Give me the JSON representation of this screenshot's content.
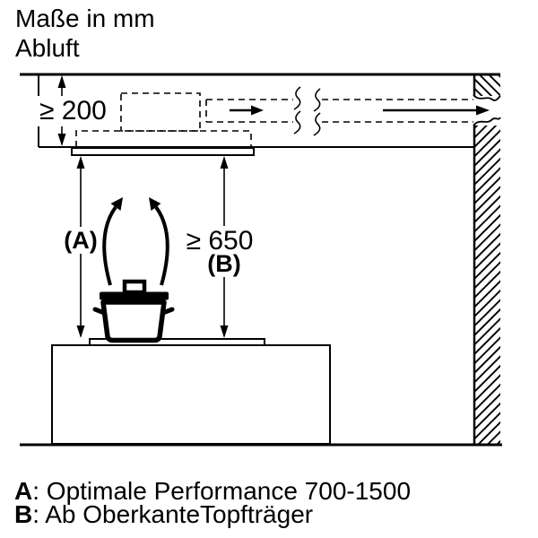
{
  "header": {
    "line1": "Maße in mm",
    "line2": "Abluft"
  },
  "dimensions": {
    "duct_clearance": "≥ 200",
    "a_label": "(A)",
    "b_value": "≥ 650",
    "b_label": "(B)"
  },
  "legend": {
    "items": [
      {
        "key": "A",
        "sep": ": ",
        "text": "Optimale Performance 700-1500"
      },
      {
        "key": "B",
        "sep": ": ",
        "text": "Ab OberkanteTopfträger"
      }
    ]
  },
  "colors": {
    "ink": "#000000",
    "paper": "#ffffff"
  }
}
